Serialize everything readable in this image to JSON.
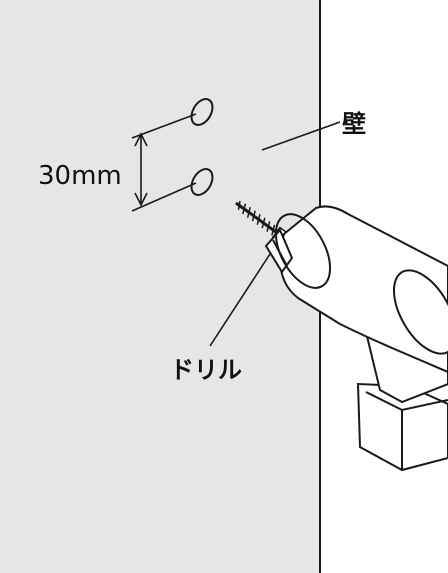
{
  "labels": {
    "dimension": "30mm",
    "wall": "壁",
    "drill": "ドリル"
  },
  "colors": {
    "wall_fill": "#e6e6e8",
    "line": "#1a1a1a",
    "drill_fill": "#ffffff"
  }
}
